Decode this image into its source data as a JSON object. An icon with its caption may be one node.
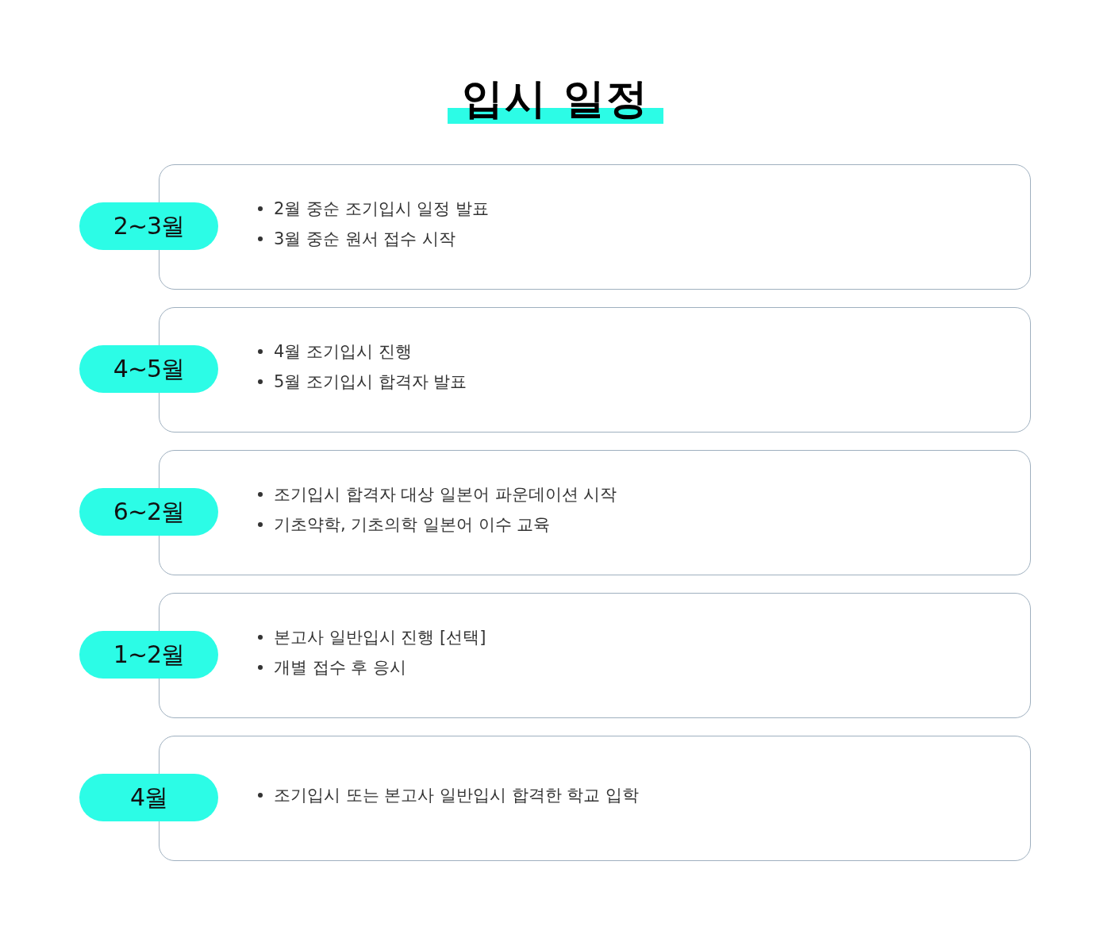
{
  "diagram": {
    "title": "입시 일정",
    "nodes": [
      {
        "text": [
          "2~3월"
        ]
      },
      {
        "text": [
          "2월 중순 조기입시 일정 발표",
          "3월 중순 원서 접수 시작"
        ]
      },
      {
        "text": [
          "4~5월"
        ]
      },
      {
        "text": [
          "4월 조기입시 진행",
          "5월 조기입시 합격자 발표"
        ]
      },
      {
        "text": [
          "6~2월"
        ]
      },
      {
        "text": [
          "조기입시 합격자 대상 일본어 파운데이션 시작",
          "기초약학, 기초의학 일본어 이수 교육"
        ]
      },
      {
        "text": [
          "1~2월"
        ]
      },
      {
        "text": [
          "본고사 일반입시 진행 [선택]",
          "개별 접수 후 응시"
        ]
      },
      {
        "text": [
          "4월"
        ]
      },
      {
        "text": [
          "조기입시 또는 본고사 일반입시 합격한 학교 입학"
        ]
      }
    ]
  }
}
